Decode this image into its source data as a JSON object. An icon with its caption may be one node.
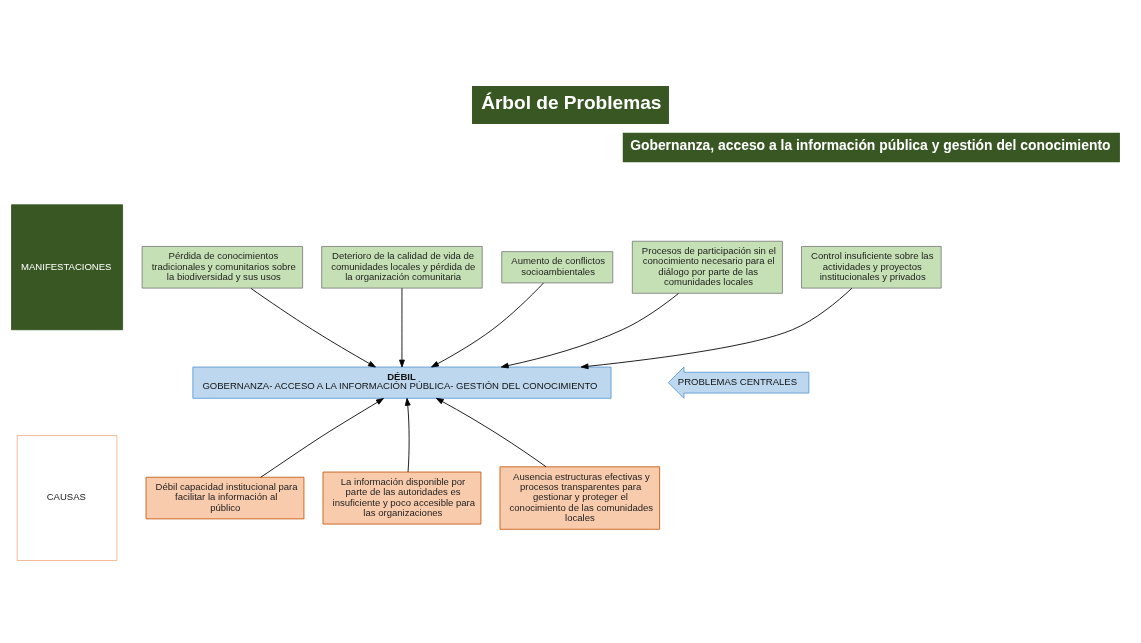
{
  "diagram": {
    "title": "Árbol de Problemas",
    "nodes": [
      {
        "text": [
          "MANIFESTACIONES"
        ]
      },
      {
        "text": [
          "Aumento de conflictos socioambientales"
        ]
      },
      {
        "text": [
          "Procesos de participación sin el conocimiento necesario para el diálogo por parte de las comunidades locales"
        ]
      },
      {
        "text": [
          "Control insuficiente sobre las actividades y proyectos institucionales y privados"
        ]
      },
      {
        "text": [
          "Pérdida de conocimientos tradicionales y comunitarios sobre la biodiversidad y sus usos"
        ]
      },
      {
        "text": [
          "Deterioro de la calidad de vida de comunidades locales y pérdida de la organización comunitaria"
        ]
      },
      {
        "text": [
          "DÉBIL",
          "GOBERNANZA- ACCESO A LA INFORMACIÓN PÚBLICA- GESTIÓN DEL CONOCIMIENTO"
        ]
      },
      {
        "text": [
          "PROBLEMAS CENTRALES"
        ]
      },
      {
        "text": [
          "CAUSAS"
        ]
      },
      {
        "text": [
          "Débil capacidad institucional para facilitar la información al público"
        ]
      },
      {
        "text": [
          "La información disponible por parte de las autoridades es insuficiente y poco accesible para las organizaciones"
        ]
      },
      {
        "text": [
          "Ausencia estructuras efectivas y procesos transparentes para gestionar y proteger el conocimiento de las comunidades locales"
        ]
      }
    ],
    "edges": [
      {
        "from": 1,
        "to": 6,
        "arrow": "to"
      },
      {
        "from": 2,
        "to": 6,
        "arrow": "to"
      },
      {
        "from": 3,
        "to": 6,
        "arrow": "to"
      },
      {
        "from": 4,
        "to": 6,
        "arrow": "to"
      },
      {
        "from": 5,
        "to": 6,
        "arrow": "to"
      },
      {
        "from": 9,
        "to": 6,
        "arrow": "to"
      },
      {
        "from": 10,
        "to": 6,
        "arrow": "to"
      },
      {
        "from": 11,
        "to": 6,
        "arrow": "to"
      }
    ],
    "labels": [
      "Gobernanza, acceso a la información pública y gestión del conocimiento"
    ]
  }
}
